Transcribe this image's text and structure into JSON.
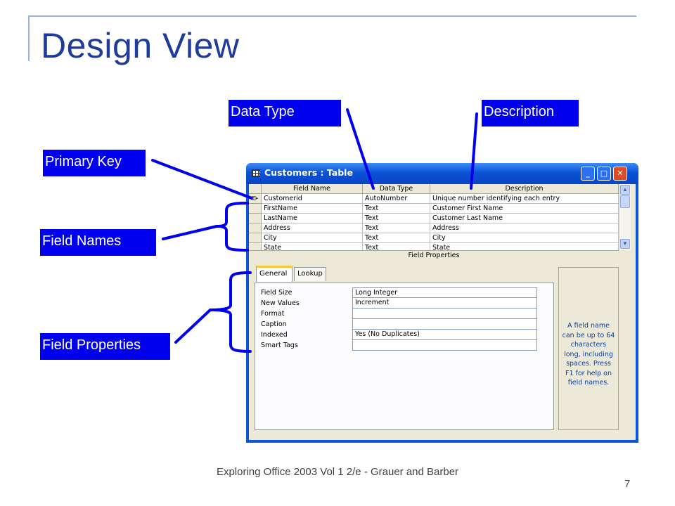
{
  "slide": {
    "title": "Design View",
    "footer": "Exploring Office 2003 Vol 1 2/e - Grauer and Barber",
    "page_number": "7"
  },
  "callouts": {
    "data_type": "Data Type",
    "description": "Description",
    "primary_key": "Primary Key",
    "field_names": "Field Names",
    "field_properties": "Field Properties"
  },
  "window": {
    "title": "Customers : Table",
    "buttons": {
      "minimize": "_",
      "maximize": "□",
      "close": "✕"
    },
    "columns": [
      "Field Name",
      "Data Type",
      "Description"
    ],
    "rows": [
      {
        "selector": "key-arrow",
        "field": "Customerid",
        "type": "AutoNumber",
        "description": "Unique number identifying each entry"
      },
      {
        "selector": "",
        "field": "FirstName",
        "type": "Text",
        "description": "Customer First Name"
      },
      {
        "selector": "",
        "field": "LastName",
        "type": "Text",
        "description": "Customer Last Name"
      },
      {
        "selector": "",
        "field": "Address",
        "type": "Text",
        "description": "Address"
      },
      {
        "selector": "",
        "field": "City",
        "type": "Text",
        "description": "City"
      },
      {
        "selector": "",
        "field": "State",
        "type": "Text",
        "description": "State"
      }
    ],
    "field_properties_label": "Field Properties",
    "tabs": [
      "General",
      "Lookup"
    ],
    "active_tab": "General",
    "properties": [
      {
        "name": "Field Size",
        "value": "Long Integer"
      },
      {
        "name": "New Values",
        "value": "Increment"
      },
      {
        "name": "Format",
        "value": ""
      },
      {
        "name": "Caption",
        "value": ""
      },
      {
        "name": "Indexed",
        "value": "Yes (No Duplicates)"
      },
      {
        "name": "Smart Tags",
        "value": ""
      }
    ],
    "help_text": "A field name can be up to 64 characters long, including spaces. Press F1 for help on field names."
  },
  "colors": {
    "callout_bg": "#0000ee",
    "title": "#1f3b9c",
    "titlebar": "#0a52d6"
  }
}
